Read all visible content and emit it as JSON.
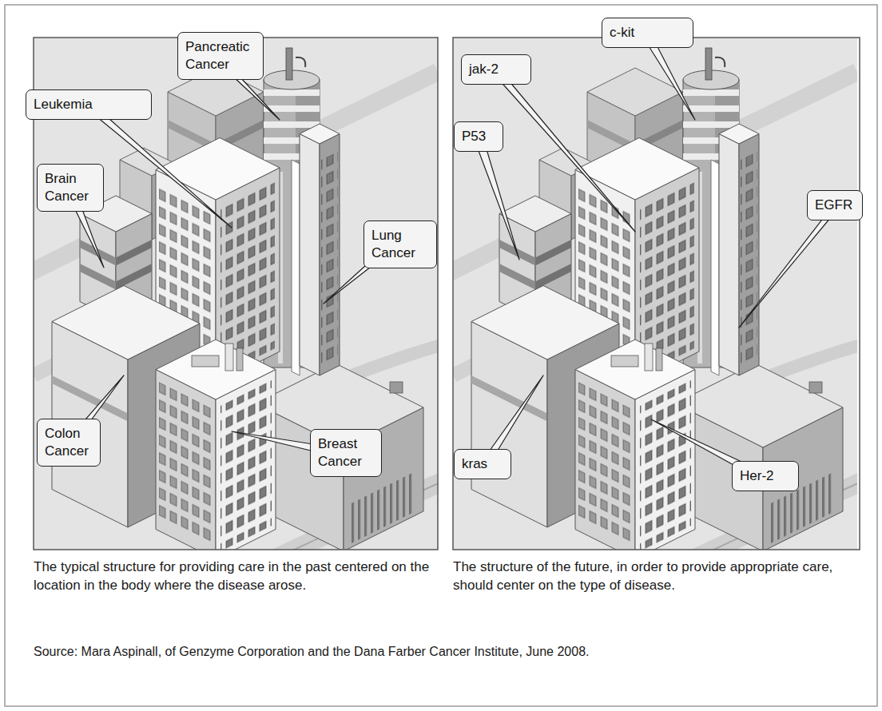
{
  "diagram": {
    "caption": "Source: Mara Aspinall, of Genzyme Corporation and the Dana Farber Cancer Institute, June 2008.",
    "nodes": [
      {
        "text": [
          "Pancreatic Cancer"
        ]
      },
      {
        "text": [
          "Leukemia"
        ]
      },
      {
        "text": [
          "Brain Cancer"
        ]
      },
      {
        "text": [
          "Lung Cancer"
        ]
      },
      {
        "text": [
          "Colon Cancer"
        ]
      },
      {
        "text": [
          "Breast Cancer"
        ]
      },
      {
        "text": [
          "c-kit"
        ]
      },
      {
        "text": [
          "jak-2"
        ]
      },
      {
        "text": [
          "P53"
        ]
      },
      {
        "text": [
          "EGFR"
        ]
      },
      {
        "text": [
          "kras"
        ]
      },
      {
        "text": [
          "Her-2"
        ]
      }
    ],
    "labels": [
      "The typical structure for providing care in the past centered on the location in the body where the disease arose.",
      "The structure of the future, in order to provide appropriate care, should center on the type of disease."
    ]
  }
}
